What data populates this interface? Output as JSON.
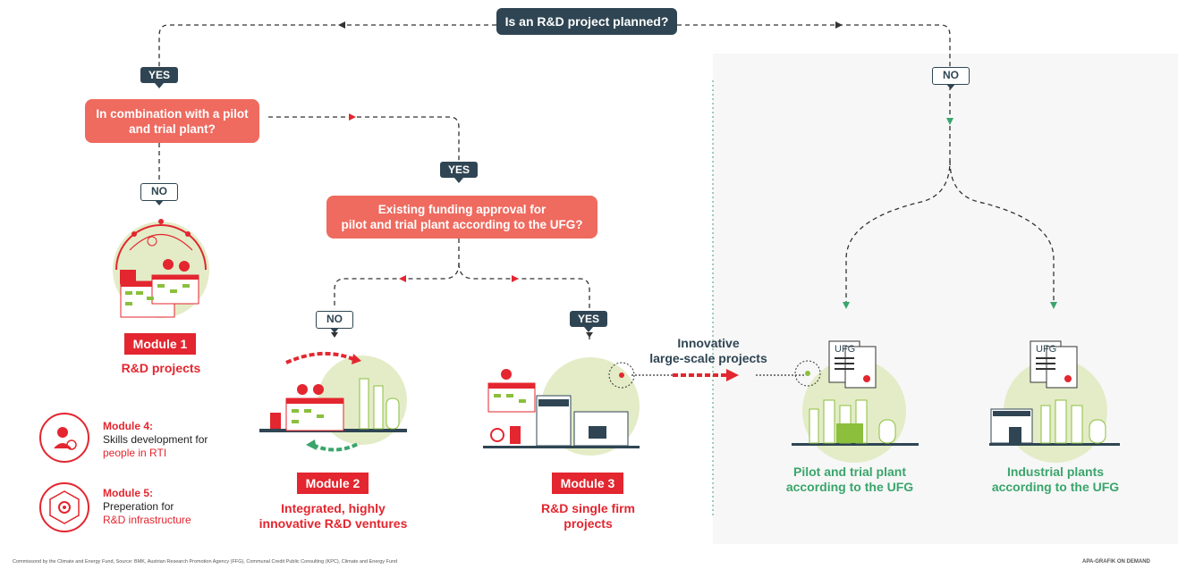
{
  "question_top": "Is an R&D project planned?",
  "labels": {
    "yes": "YES",
    "no": "NO"
  },
  "question_pilot": "In combination with a pilot and trial plant?",
  "question_funding_1": "Existing funding approval for",
  "question_funding_2": "pilot and trial plant according to the UFG?",
  "module1": {
    "tag": "Module 1",
    "caption": "R&D projects"
  },
  "module2": {
    "tag": "Module 2",
    "caption_1": "Integrated, highly",
    "caption_2": "innovative R&D ventures"
  },
  "module3": {
    "tag": "Module 3",
    "caption_1": "R&D single firm",
    "caption_2": "projects"
  },
  "innovative_1": "Innovative",
  "innovative_2": "large-scale projects",
  "pilot_caption_1": "Pilot and trial plant",
  "pilot_caption_2": "according to the UFG",
  "industrial_caption_1": "Industrial plants",
  "industrial_caption_2": "according to the UFG",
  "ufg_doc_label": "UFG",
  "legend": {
    "module4_title": "Module 4:",
    "module4_line1": "Skills development for",
    "module4_line2": "people in RTI",
    "module5_title": "Module 5:",
    "module5_line1": "Preperation for",
    "module5_line2": "R&D infrastructure"
  },
  "footer": "Commissond by the Climate and Energy Fund, Source: BMK, Austrian Research Promotion Agency (FFG), Communal Credit Public Consulting (KPC), Climate and Energy Fund",
  "brand": "APA-GRAFIK ON DEMAND",
  "colors": {
    "dark": "#2f4553",
    "coral": "#ef6a5f",
    "red": "#e3262f",
    "green": "#3aa56b",
    "lime": "#8bbf3c"
  }
}
